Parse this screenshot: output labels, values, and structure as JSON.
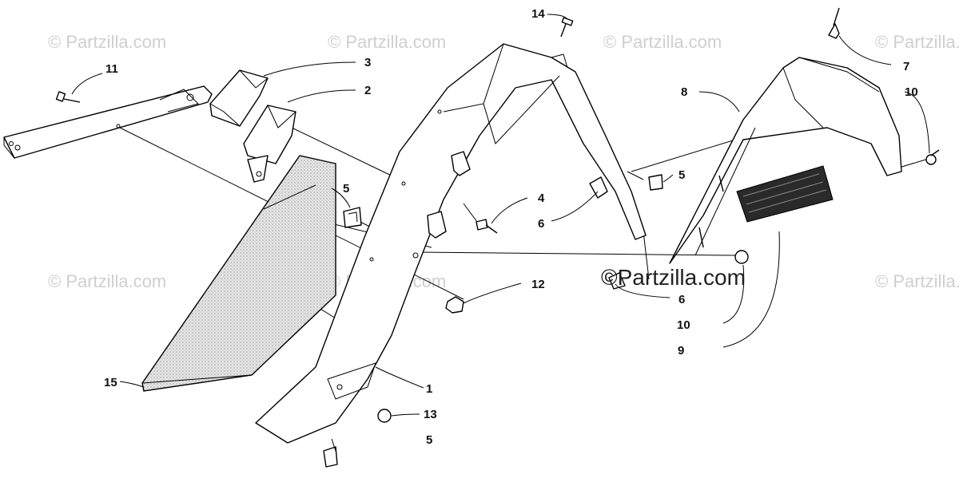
{
  "watermark": {
    "text": "© Partzilla.com",
    "main_text": "©Partzilla.com"
  },
  "callouts": [
    {
      "id": "c1",
      "label": "1"
    },
    {
      "id": "c2",
      "label": "2"
    },
    {
      "id": "c3",
      "label": "3"
    },
    {
      "id": "c4",
      "label": "4"
    },
    {
      "id": "c5a",
      "label": "5"
    },
    {
      "id": "c5b",
      "label": "5"
    },
    {
      "id": "c5c",
      "label": "5"
    },
    {
      "id": "c6a",
      "label": "6"
    },
    {
      "id": "c6b",
      "label": "6"
    },
    {
      "id": "c7",
      "label": "7"
    },
    {
      "id": "c8",
      "label": "8"
    },
    {
      "id": "c9",
      "label": "9"
    },
    {
      "id": "c10a",
      "label": "10"
    },
    {
      "id": "c10b",
      "label": "10"
    },
    {
      "id": "c11",
      "label": "11"
    },
    {
      "id": "c12",
      "label": "12"
    },
    {
      "id": "c13",
      "label": "13"
    },
    {
      "id": "c14",
      "label": "14"
    },
    {
      "id": "c15",
      "label": "15"
    }
  ],
  "colors": {
    "line": "#000000",
    "watermark": "#cfcfcf",
    "foam_fill": "#dcdcdc",
    "decal_fill": "#222222"
  }
}
